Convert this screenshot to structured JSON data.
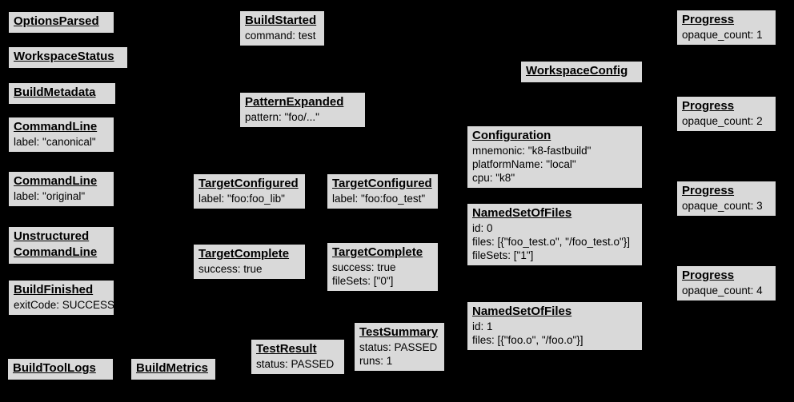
{
  "diagram": {
    "description": "Build event protocol event graph",
    "background_color": "#000000",
    "box_fill_color": "#d9d9d9",
    "box_border_color": "#000000",
    "text_color": "#000000"
  },
  "nodes": [
    {
      "title": "OptionsParsed",
      "lines": []
    },
    {
      "title": "WorkspaceStatus",
      "lines": []
    },
    {
      "title": "BuildMetadata",
      "lines": []
    },
    {
      "title": "CommandLine",
      "lines": [
        "label: \"canonical\""
      ]
    },
    {
      "title": "CommandLine",
      "lines": [
        "label: \"original\""
      ]
    },
    {
      "title": "Unstructured",
      "title2": "CommandLine",
      "lines": []
    },
    {
      "title": "BuildFinished",
      "lines": [
        "exitCode: SUCCESS"
      ]
    },
    {
      "title": "BuildToolLogs",
      "lines": []
    },
    {
      "title": "BuildMetrics",
      "lines": []
    },
    {
      "title": "BuildStarted",
      "lines": [
        "command: test"
      ]
    },
    {
      "title": "PatternExpanded",
      "lines": [
        "pattern: \"foo/...\""
      ]
    },
    {
      "title": "TargetConfigured",
      "lines": [
        "label: \"foo:foo_lib\""
      ]
    },
    {
      "title": "TargetComplete",
      "lines": [
        "success: true"
      ]
    },
    {
      "title": "TestResult",
      "lines": [
        "status: PASSED"
      ]
    },
    {
      "title": "TargetConfigured",
      "lines": [
        "label: \"foo:foo_test\""
      ]
    },
    {
      "title": "TargetComplete",
      "lines": [
        "success: true",
        "fileSets: [\"0\"]"
      ]
    },
    {
      "title": "TestSummary",
      "lines": [
        "status: PASSED",
        "runs: 1"
      ]
    },
    {
      "title": "WorkspaceConfig",
      "lines": []
    },
    {
      "title": "Configuration",
      "lines": [
        "mnemonic: \"k8-fastbuild\"",
        "platformName: \"local\"",
        "cpu: \"k8\""
      ]
    },
    {
      "title": "NamedSetOfFiles",
      "lines": [
        "id: 0",
        "files: [{\"foo_test.o\", \"/foo_test.o\"}]",
        "fileSets: [\"1\"]"
      ]
    },
    {
      "title": "NamedSetOfFiles",
      "lines": [
        "id: 1",
        "files: [{\"foo.o\", \"/foo.o\"}]"
      ]
    },
    {
      "title": "Progress",
      "lines": [
        "opaque_count: 1"
      ]
    },
    {
      "title": "Progress",
      "lines": [
        "opaque_count: 2"
      ]
    },
    {
      "title": "Progress",
      "lines": [
        "opaque_count: 3"
      ]
    },
    {
      "title": "Progress",
      "lines": [
        "opaque_count: 4"
      ]
    }
  ]
}
